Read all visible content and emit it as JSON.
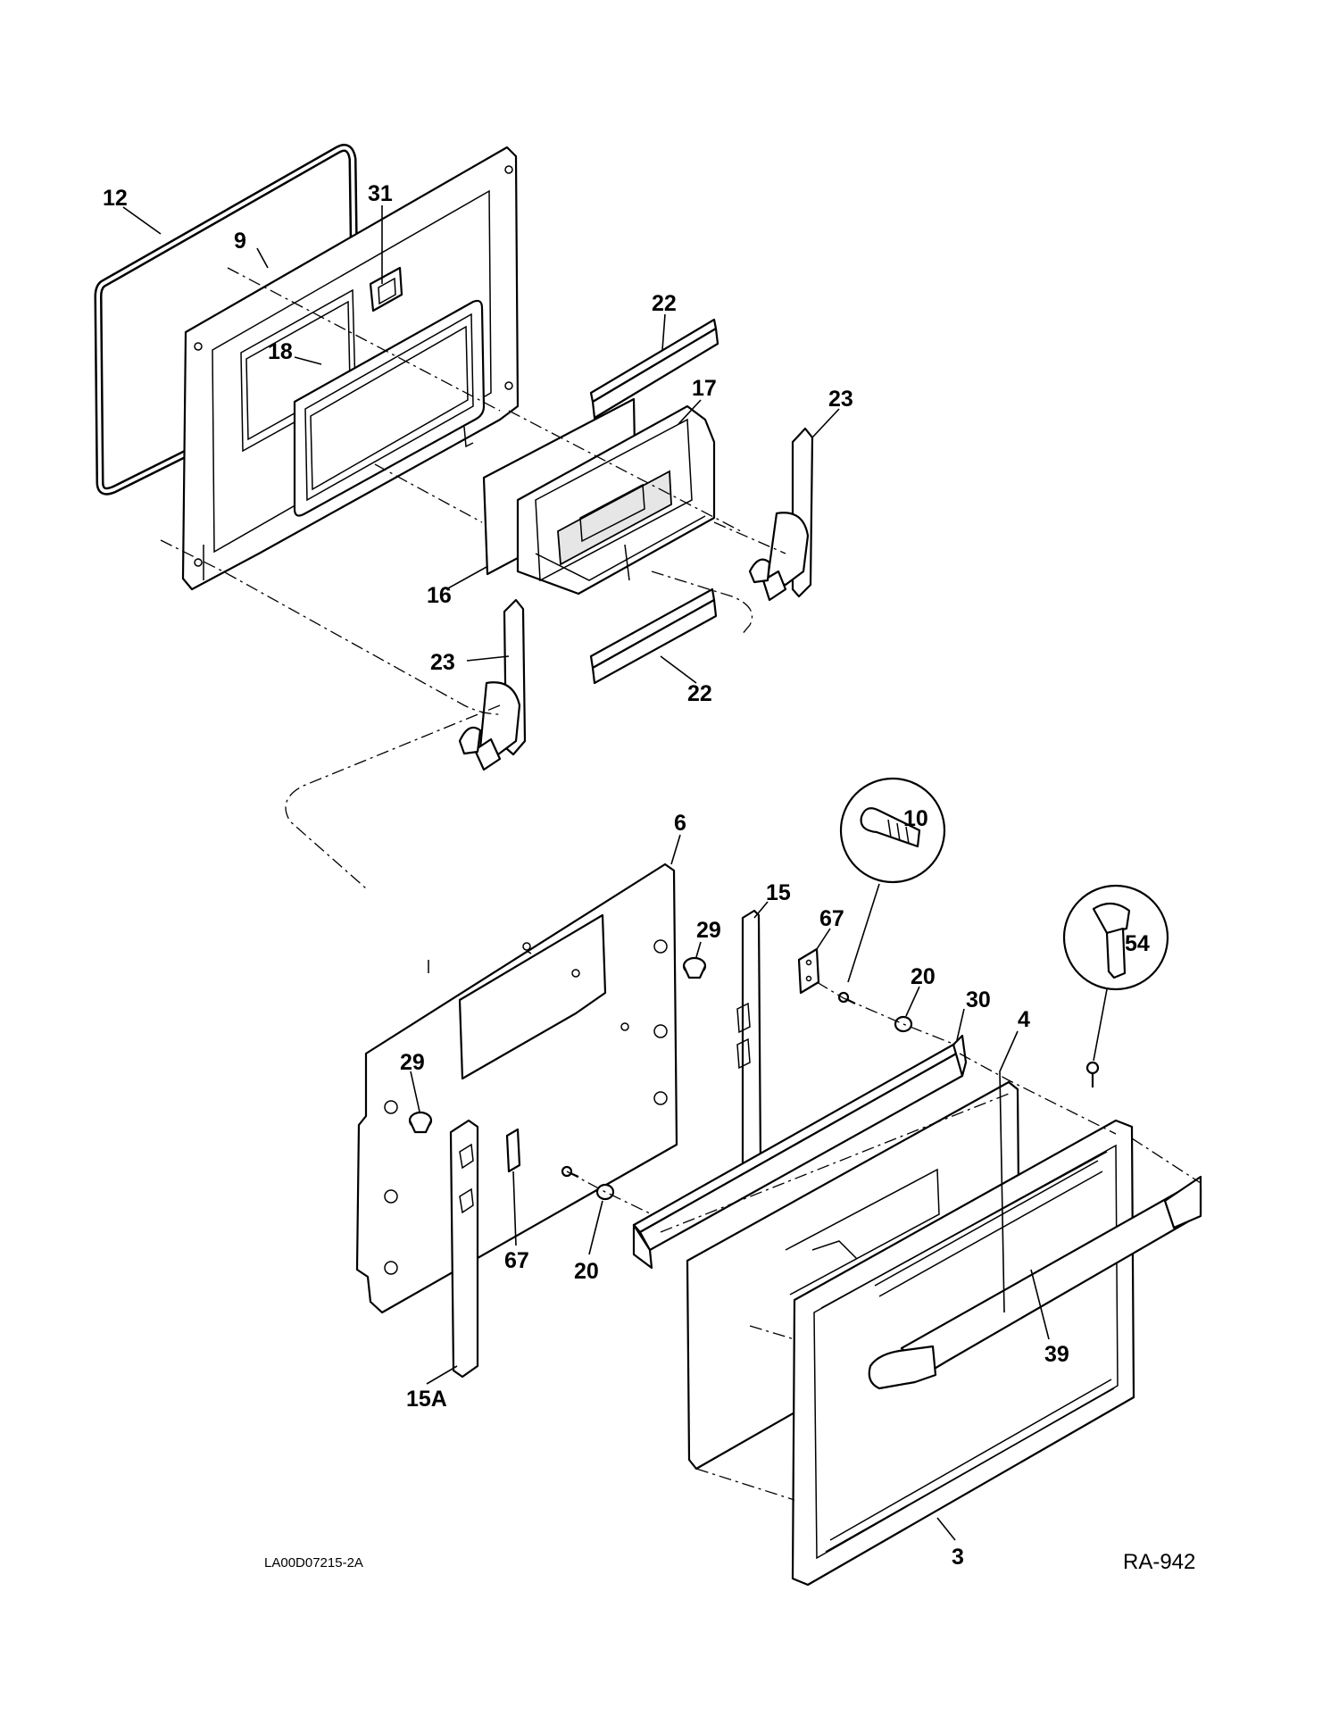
{
  "callouts": {
    "c12": "12",
    "c9": "9",
    "c31": "31",
    "c18": "18",
    "c22a": "22",
    "c17": "17",
    "c23a": "23",
    "c16": "16",
    "c23b": "23",
    "c22b": "22",
    "c10": "10",
    "c6": "6",
    "c15": "15",
    "c67a": "67",
    "c29a": "29",
    "c20a": "20",
    "c30": "30",
    "c4": "4",
    "c54": "54",
    "c29b": "29",
    "c67b": "67",
    "c20b": "20",
    "c15a": "15A",
    "c39": "39",
    "c3": "3"
  },
  "footer": {
    "drawing_id": "LA00D07215-2A",
    "figure_code": "RA-942"
  }
}
